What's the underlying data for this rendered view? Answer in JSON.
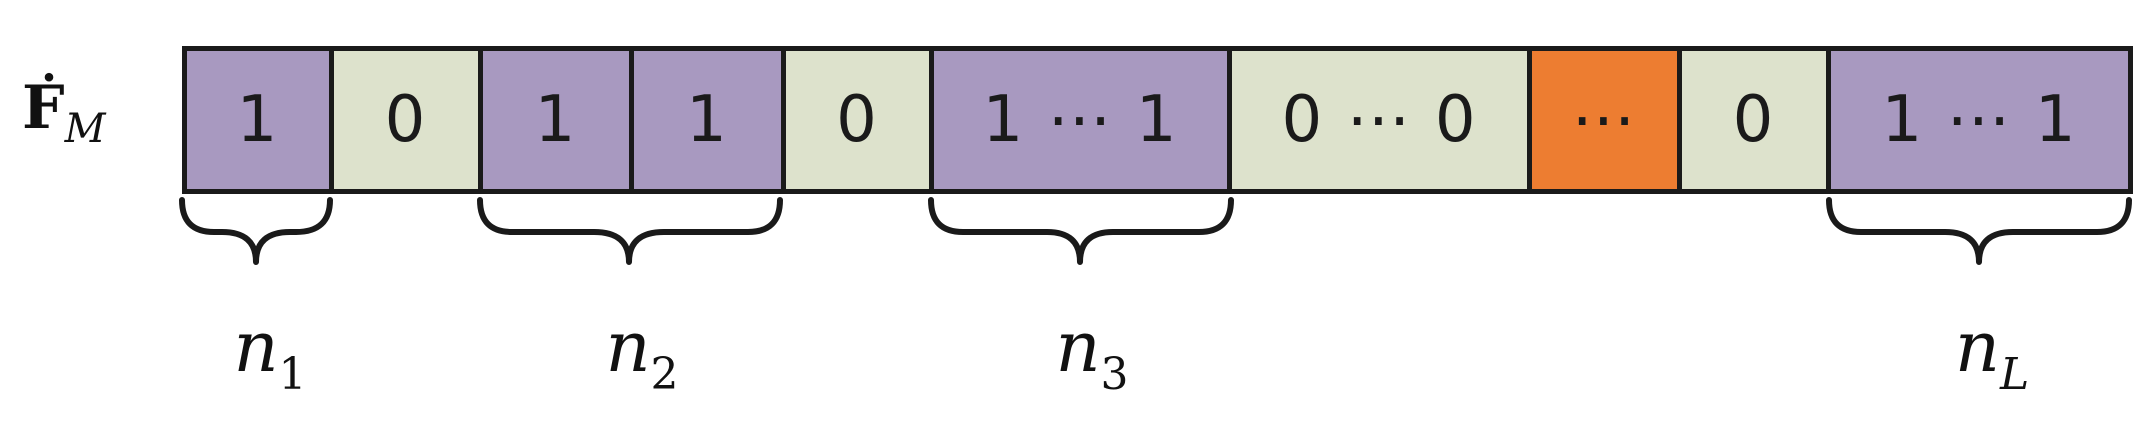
{
  "row_label": {
    "symbol": "F",
    "dot": "˙",
    "subscript": "M"
  },
  "cells": [
    {
      "text": "1",
      "kind": "one"
    },
    {
      "text": "0",
      "kind": "zero"
    },
    {
      "text": "1",
      "kind": "one"
    },
    {
      "text": "1",
      "kind": "one"
    },
    {
      "text": "0",
      "kind": "zero"
    },
    {
      "text": "1 ⋯ 1",
      "kind": "one"
    },
    {
      "text": "0 ⋯ 0",
      "kind": "zero"
    },
    {
      "text": "⋯",
      "kind": "more"
    },
    {
      "text": "0",
      "kind": "zero"
    },
    {
      "text": "1 ⋯ 1",
      "kind": "one"
    }
  ],
  "braces": [
    {
      "base": "n",
      "sub": "1"
    },
    {
      "base": "n",
      "sub": "2"
    },
    {
      "base": "n",
      "sub": "3"
    },
    {
      "base": "n",
      "sub": "L"
    }
  ],
  "colors": {
    "ones_fill": "#a899c0",
    "zeros_fill": "#dde2cc",
    "ellipsis_fill": "#ed7d31",
    "outline": "#1a1a1a"
  }
}
